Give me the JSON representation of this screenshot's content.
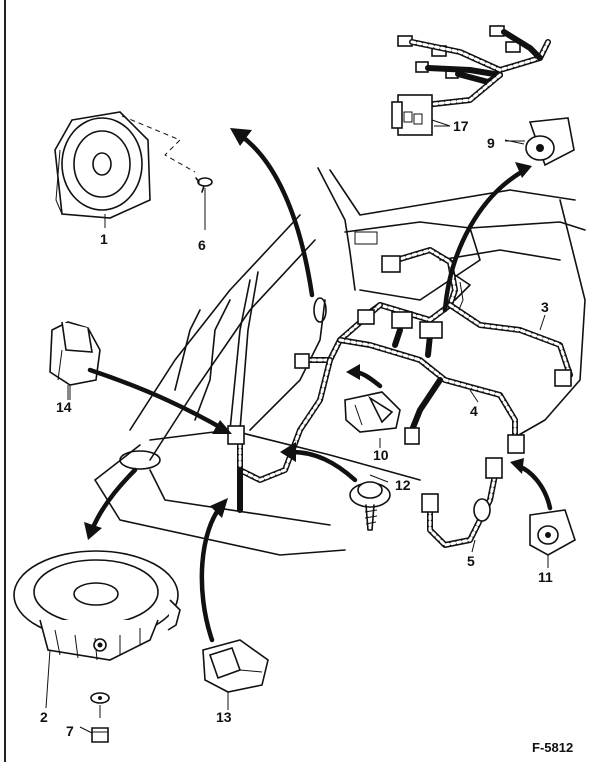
{
  "figure_code": "F-5812",
  "callouts": {
    "c1": "1",
    "c2": "2",
    "c3": "3",
    "c4": "4",
    "c5": "5",
    "c6": "6",
    "c7": "7",
    "c9": "9",
    "c10": "10",
    "c11": "11",
    "c12": "12",
    "c13": "13",
    "c14": "14",
    "c17": "17"
  }
}
